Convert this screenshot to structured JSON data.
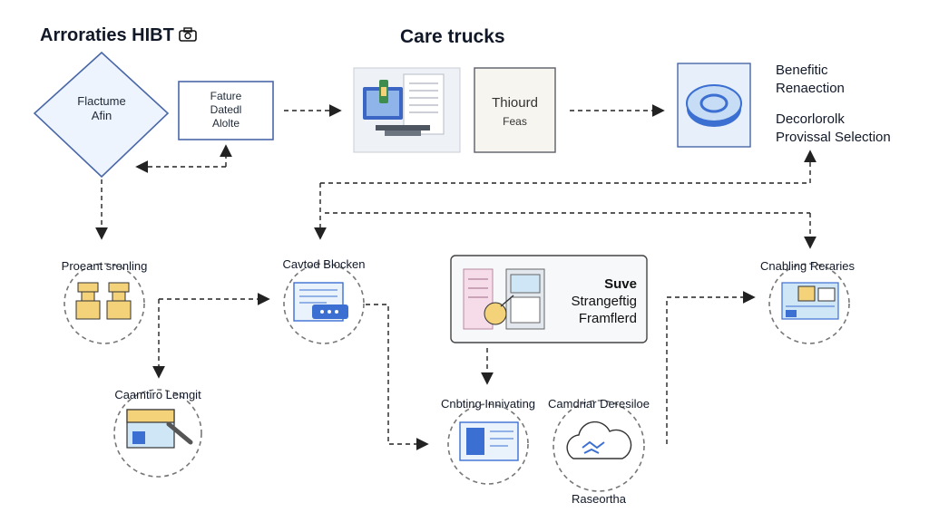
{
  "header": {
    "left_title": "Arroraties HIBT",
    "center_title": "Care trucks"
  },
  "top_row": {
    "diamond": {
      "line1": "Flactume",
      "line2": "Afin"
    },
    "box": {
      "line1": "Fature",
      "line2": "Datedl",
      "line3": "Alolte"
    },
    "mid_box": {
      "line1": "Thiourd",
      "line2": "Feas"
    },
    "right_text": {
      "line1": "Benefitic",
      "line2": "Renaection",
      "line3": "Decorlorolk",
      "line4": "Provissal Selection"
    }
  },
  "middle_row": {
    "node1": "Proeant srenling",
    "node2": "Cavtod Blocken",
    "center_box": {
      "line1": "Suve",
      "line2": "Strangeftig",
      "line3": "Framflerd"
    },
    "node3": "Cnabling Reraries"
  },
  "bottom_row": {
    "node1": "Caamtiro Lemgit",
    "node2": "Cnbting Innivating",
    "node3": "Camdriar Deresiloe",
    "node3_caption": "Raseortha"
  },
  "icons": {
    "monitor": "monitor-icon",
    "disc": "disc-icon",
    "kiosk": "kiosk-icon",
    "document": "document-icon",
    "analytics": "analytics-icon",
    "folder": "folder-icon",
    "screen": "screen-icon",
    "cloud": "cloud-icon",
    "machine": "machine-icon"
  },
  "colors": {
    "accent_blue": "#3b6fd1",
    "outline": "#4a67a8",
    "dash": "#222222",
    "yellow": "#f3d27a",
    "light_blue": "#cfe6f7"
  }
}
